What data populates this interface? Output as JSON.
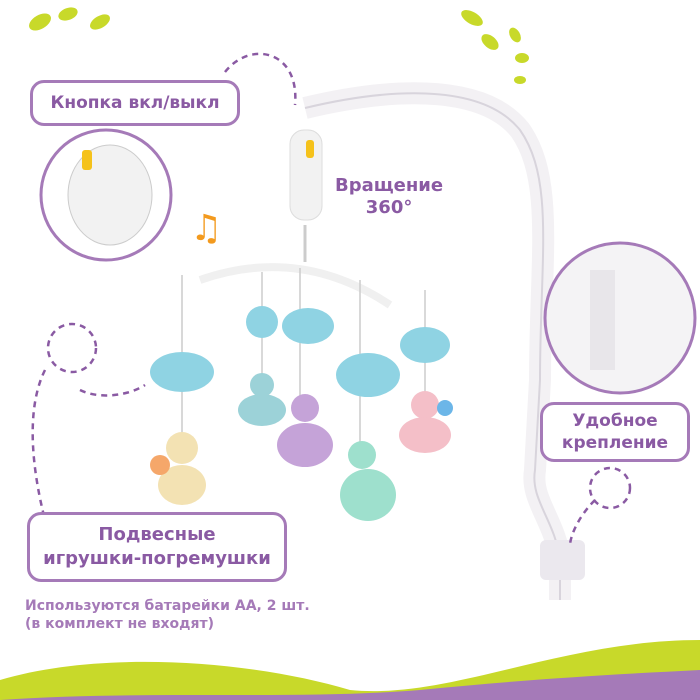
{
  "labels": {
    "power_button": "Кнопка вкл/выкл",
    "rotation_line1": "Вращение",
    "rotation_line2": "360°",
    "mount_line1": "Удобное",
    "mount_line2": "крепление",
    "toys_line1": "Подвесные",
    "toys_line2": "игрушки-погремушки",
    "battery_line1": "Используются батарейки АА, 2 шт.",
    "battery_line2": "(в комплект не входят)"
  },
  "colors": {
    "accent_purple": "#a57ab8",
    "text_purple": "#8a5aa3",
    "lime": "#c8d92a",
    "cloud_blue": "#8fd3e3"
  }
}
